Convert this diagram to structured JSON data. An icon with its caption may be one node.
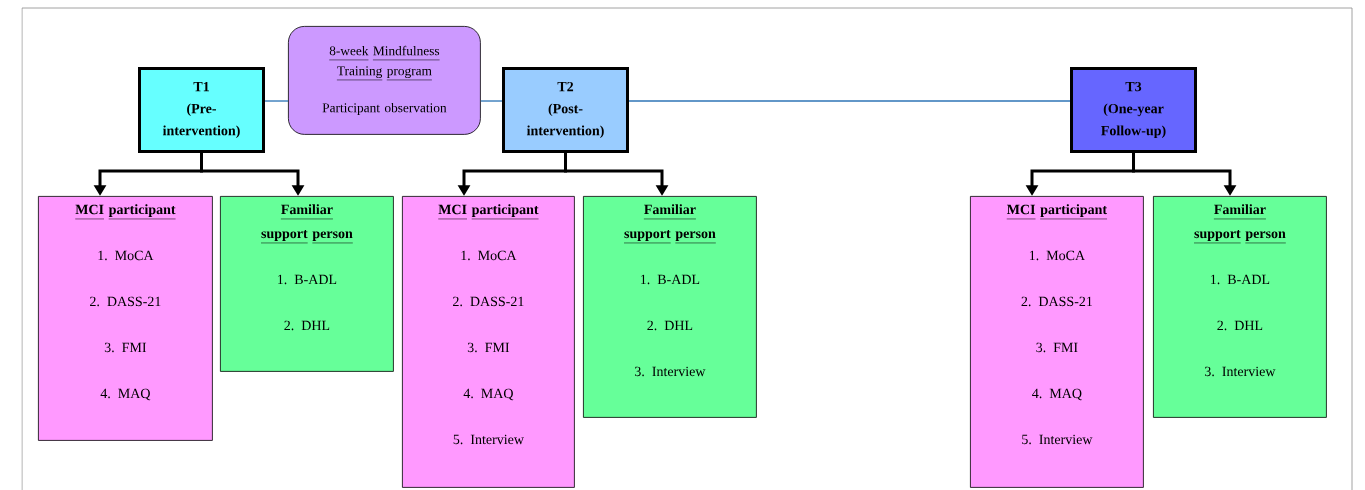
{
  "diagram": {
    "nodes": [
      {
        "text": [
          "T1",
          "(Pre-intervention)"
        ]
      },
      {
        "text": [
          "8-week Mindfulness Training program",
          "Participant observation"
        ]
      },
      {
        "text": [
          "T2",
          "(Post-intervention)"
        ]
      },
      {
        "text": [
          "T3",
          "(One-year Follow-up)"
        ]
      },
      {
        "text": [
          "MCI participant",
          "1. MoCA",
          "2. DASS-21",
          "3. FMI",
          "4. MAQ"
        ]
      },
      {
        "text": [
          "Familiar support person",
          "1. B-ADL",
          "2. DHL"
        ]
      },
      {
        "text": [
          "MCI participant",
          "1. MoCA",
          "2. DASS-21",
          "3. FMI",
          "4. MAQ",
          "5. Interview"
        ]
      },
      {
        "text": [
          "Familiar support person",
          "1. B-ADL",
          "2. DHL",
          "3. Interview"
        ]
      },
      {
        "text": [
          "MCI participant",
          "1. MoCA",
          "2. DASS-21",
          "3. FMI",
          "4. MAQ",
          "5. Interview"
        ]
      },
      {
        "text": [
          "Familiar support person",
          "1. B-ADL",
          "2. DHL",
          "3. Interview"
        ]
      }
    ],
    "edges": [
      {
        "from": 0,
        "to": 1,
        "arrow": "none",
        "color": "#2e75b6"
      },
      {
        "from": 1,
        "to": 2,
        "arrow": "none",
        "color": "#2e75b6"
      },
      {
        "from": 2,
        "to": 3,
        "arrow": "none",
        "color": "#2e75b6"
      },
      {
        "from": 0,
        "to": 4,
        "arrow": "to"
      },
      {
        "from": 0,
        "to": 5,
        "arrow": "to"
      },
      {
        "from": 2,
        "to": 6,
        "arrow": "to"
      },
      {
        "from": 2,
        "to": 7,
        "arrow": "to"
      },
      {
        "from": 3,
        "to": 8,
        "arrow": "to"
      },
      {
        "from": 3,
        "to": 9,
        "arrow": "to"
      }
    ]
  }
}
